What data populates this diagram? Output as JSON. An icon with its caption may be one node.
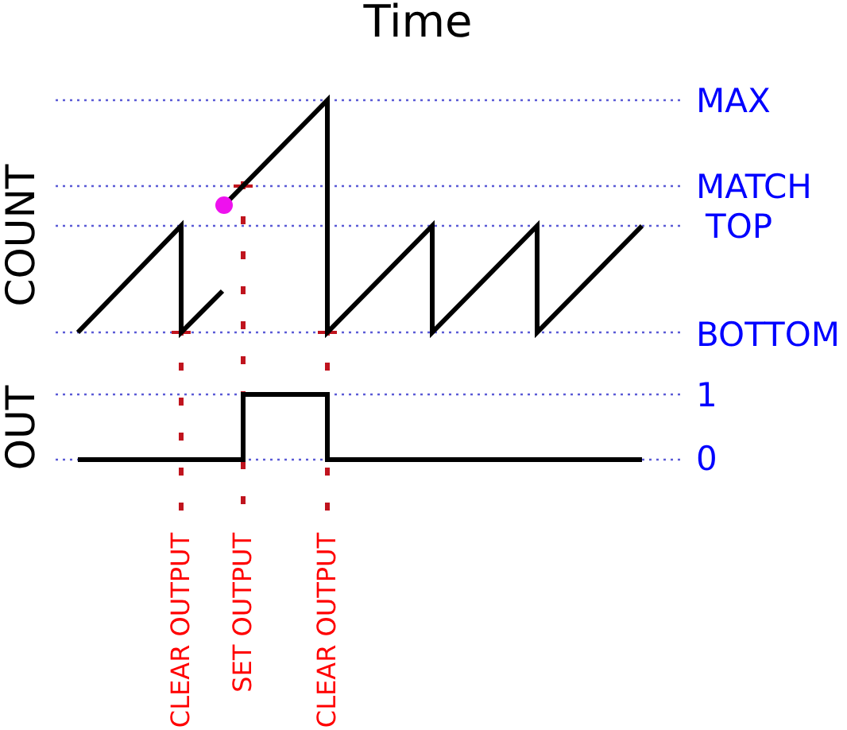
{
  "diagram": {
    "title": "Time",
    "labels": [
      "COUNT",
      "MAX",
      "MATCH",
      "TOP",
      "BOTTOM",
      "OUT",
      "1",
      "0",
      "CLEAR OUTPUT",
      "SET OUTPUT",
      "CLEAR OUTPUT"
    ]
  }
}
